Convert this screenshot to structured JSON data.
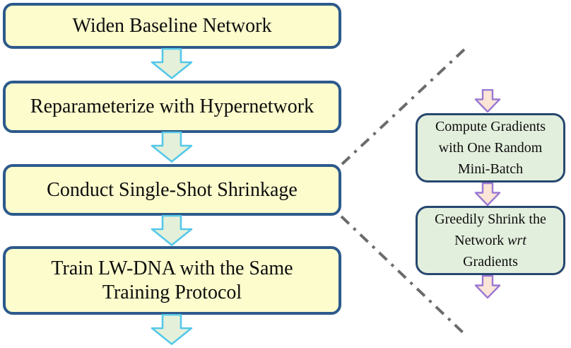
{
  "colors": {
    "background": "#ffffff",
    "text": "#0d0d0d",
    "box_fill_yellow": "#fcfccd",
    "box_border_yellow": "#2d5a8c",
    "box_fill_green": "#e3efdd",
    "box_border_green": "#26476f",
    "arrow_fill_mint": "#e4f0da",
    "arrow_stroke_cyan": "#55c8e9",
    "arrow_fill_peach": "#fae5d6",
    "arrow_stroke_purple": "#9b79d3",
    "callout_line_gray": "#6b6b6b"
  },
  "main_flow": {
    "steps": [
      {
        "label": "Widen Baseline Network"
      },
      {
        "label": "Reparameterize with Hypernetwork"
      },
      {
        "label": "Conduct Single-Shot Shrinkage"
      },
      {
        "lines": [
          "Train LW-DNA with the Same",
          "Training Protocol"
        ]
      }
    ]
  },
  "detail_flow": {
    "steps": [
      {
        "lines": [
          "Compute Gradients",
          "with One Random",
          "Mini-Batch"
        ]
      },
      {
        "line1": "Greedily Shrink the",
        "line2_prefix": "Network ",
        "line2_italic": "wrt",
        "line3": "Gradients"
      }
    ]
  }
}
